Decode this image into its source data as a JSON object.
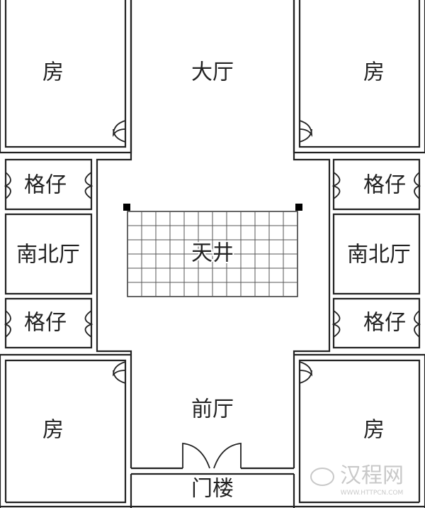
{
  "rooms": {
    "room_top_left": "房",
    "main_hall": "大厅",
    "room_top_right": "房",
    "cubicle_upper_left": "格仔",
    "cubicle_upper_right": "格仔",
    "side_hall_left": "南北厅",
    "side_hall_right": "南北厅",
    "courtyard": "天井",
    "cubicle_lower_left": "格仔",
    "cubicle_lower_right": "格仔",
    "room_bottom_left": "房",
    "front_hall": "前厅",
    "room_bottom_right": "房",
    "gatehouse": "门楼"
  },
  "watermark": {
    "name": "汉程网",
    "url": "WWW.HTTPCN.COM"
  },
  "courtyard_grid": {
    "columns": 12,
    "rows": 6
  }
}
